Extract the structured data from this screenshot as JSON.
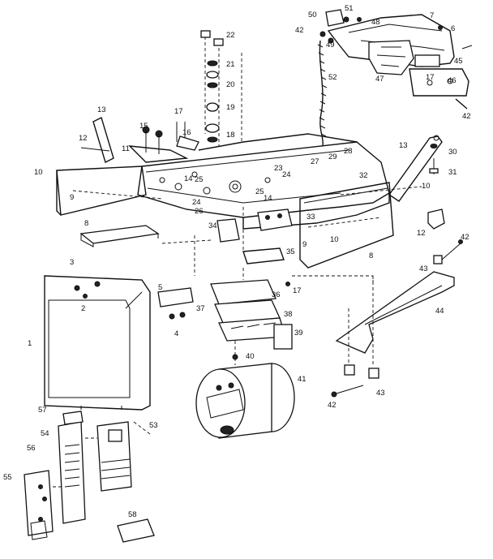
{
  "callouts": [
    {
      "id": "c1",
      "text": "1"
    },
    {
      "id": "c2",
      "text": "2"
    },
    {
      "id": "c3",
      "text": "3"
    },
    {
      "id": "c4",
      "text": "4"
    },
    {
      "id": "c5",
      "text": "5"
    },
    {
      "id": "c6",
      "text": "6"
    },
    {
      "id": "c7",
      "text": "7"
    },
    {
      "id": "c8a",
      "text": "8"
    },
    {
      "id": "c8b",
      "text": "8"
    },
    {
      "id": "c9a",
      "text": "9"
    },
    {
      "id": "c9b",
      "text": "9"
    },
    {
      "id": "c10a",
      "text": "10"
    },
    {
      "id": "c10b",
      "text": "10"
    },
    {
      "id": "c10c",
      "text": "10"
    },
    {
      "id": "c11",
      "text": "11"
    },
    {
      "id": "c12a",
      "text": "12"
    },
    {
      "id": "c12b",
      "text": "12"
    },
    {
      "id": "c13a",
      "text": "13"
    },
    {
      "id": "c13b",
      "text": "13"
    },
    {
      "id": "c14a",
      "text": "14"
    },
    {
      "id": "c14b",
      "text": "14"
    },
    {
      "id": "c15",
      "text": "15"
    },
    {
      "id": "c16",
      "text": "16"
    },
    {
      "id": "c17a",
      "text": "17"
    },
    {
      "id": "c17b",
      "text": "17"
    },
    {
      "id": "c17c",
      "text": "17"
    },
    {
      "id": "c18",
      "text": "18"
    },
    {
      "id": "c19",
      "text": "19"
    },
    {
      "id": "c20",
      "text": "20"
    },
    {
      "id": "c21",
      "text": "21"
    },
    {
      "id": "c22",
      "text": "22"
    },
    {
      "id": "c23",
      "text": "23"
    },
    {
      "id": "c24a",
      "text": "24"
    },
    {
      "id": "c24b",
      "text": "24"
    },
    {
      "id": "c25a",
      "text": "25"
    },
    {
      "id": "c25b",
      "text": "25"
    },
    {
      "id": "c26",
      "text": "26"
    },
    {
      "id": "c27",
      "text": "27"
    },
    {
      "id": "c28",
      "text": "28"
    },
    {
      "id": "c29",
      "text": "29"
    },
    {
      "id": "c30",
      "text": "30"
    },
    {
      "id": "c31",
      "text": "31"
    },
    {
      "id": "c32",
      "text": "32"
    },
    {
      "id": "c33",
      "text": "33"
    },
    {
      "id": "c34",
      "text": "34"
    },
    {
      "id": "c35",
      "text": "35"
    },
    {
      "id": "c36",
      "text": "36"
    },
    {
      "id": "c37",
      "text": "37"
    },
    {
      "id": "c38",
      "text": "38"
    },
    {
      "id": "c39",
      "text": "39"
    },
    {
      "id": "c40",
      "text": "40"
    },
    {
      "id": "c41",
      "text": "41"
    },
    {
      "id": "c42a",
      "text": "42"
    },
    {
      "id": "c42b",
      "text": "42"
    },
    {
      "id": "c42c",
      "text": "42"
    },
    {
      "id": "c42d",
      "text": "42"
    },
    {
      "id": "c43a",
      "text": "43"
    },
    {
      "id": "c43b",
      "text": "43"
    },
    {
      "id": "c44",
      "text": "44"
    },
    {
      "id": "c45",
      "text": "45"
    },
    {
      "id": "c46",
      "text": "46"
    },
    {
      "id": "c47",
      "text": "47"
    },
    {
      "id": "c48",
      "text": "48"
    },
    {
      "id": "c49",
      "text": "49"
    },
    {
      "id": "c50",
      "text": "50"
    },
    {
      "id": "c51",
      "text": "51"
    },
    {
      "id": "c52",
      "text": "52"
    },
    {
      "id": "c53",
      "text": "53"
    },
    {
      "id": "c54",
      "text": "54"
    },
    {
      "id": "c55",
      "text": "55"
    },
    {
      "id": "c56",
      "text": "56"
    },
    {
      "id": "c57",
      "text": "57"
    },
    {
      "id": "c58",
      "text": "58"
    }
  ]
}
